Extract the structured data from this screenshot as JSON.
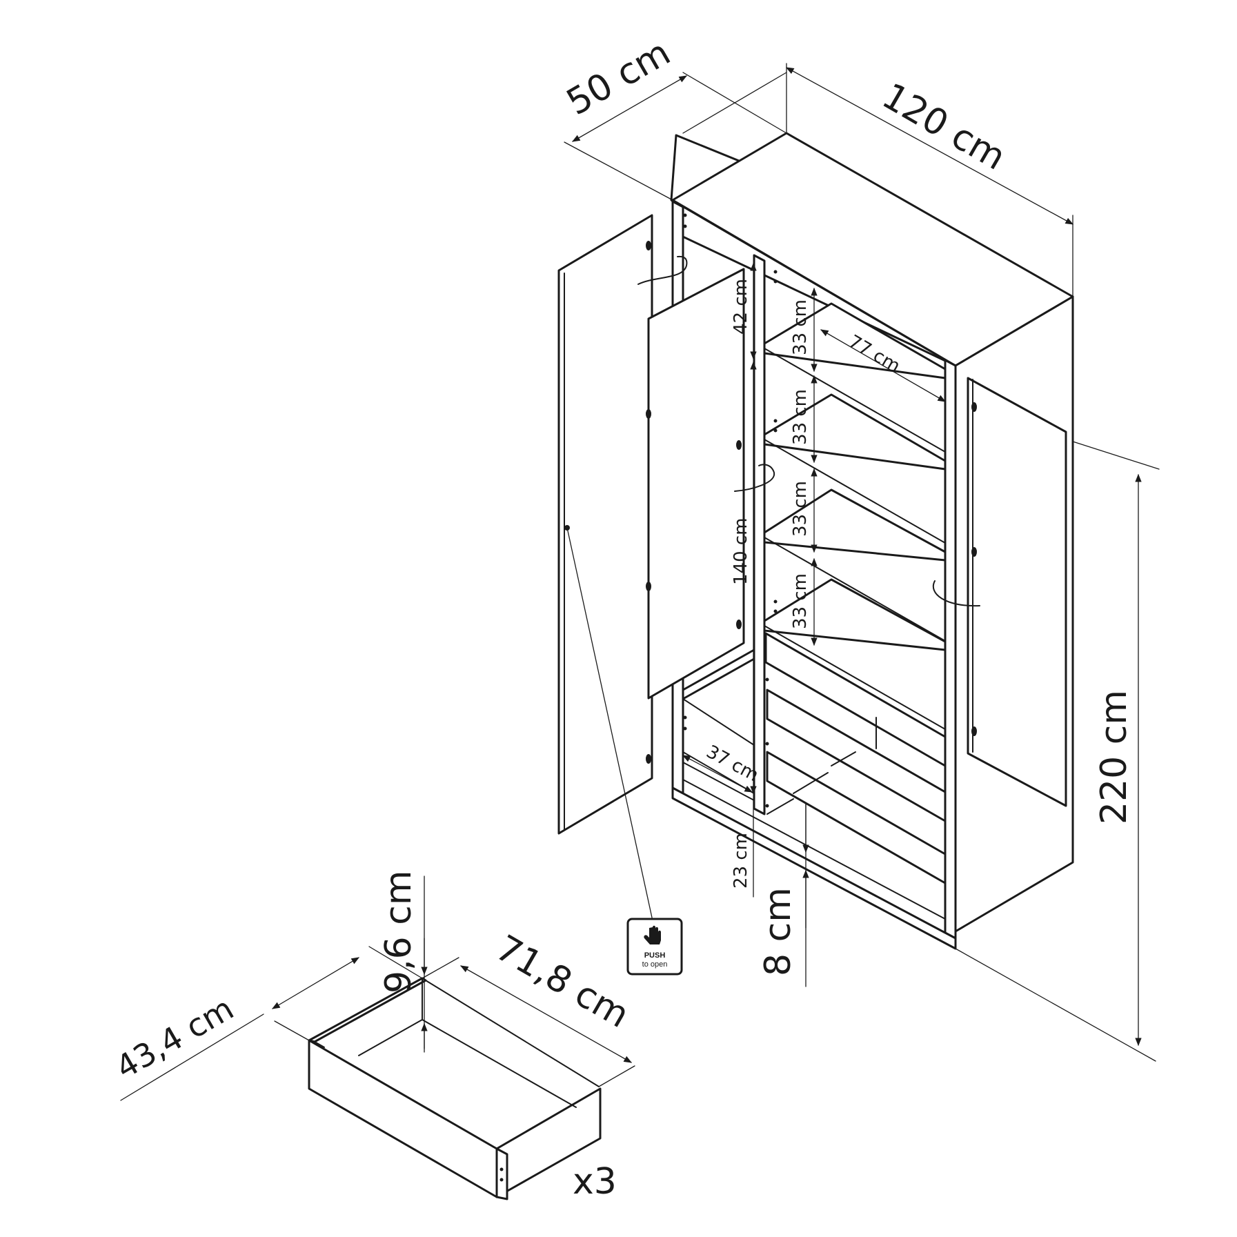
{
  "dimensions": {
    "depth": "50 cm",
    "width": "120 cm",
    "height": "220 cm",
    "shelf_1": "42 cm",
    "shelf_2": "33 cm",
    "shelf_3": "33 cm",
    "shelf_4": "33 cm",
    "shelf_5": "33 cm",
    "inner_width": "77 cm",
    "hanging_height": "140 cm",
    "bottom_depth": "37 cm",
    "bottom_gap": "23 cm",
    "plinth": "8 cm"
  },
  "drawer": {
    "depth": "43,4 cm",
    "height": "9,6 cm",
    "width": "71,8 cm",
    "quantity": "x3"
  },
  "push_icon": {
    "line1": "PUSH",
    "line2": "to open"
  }
}
